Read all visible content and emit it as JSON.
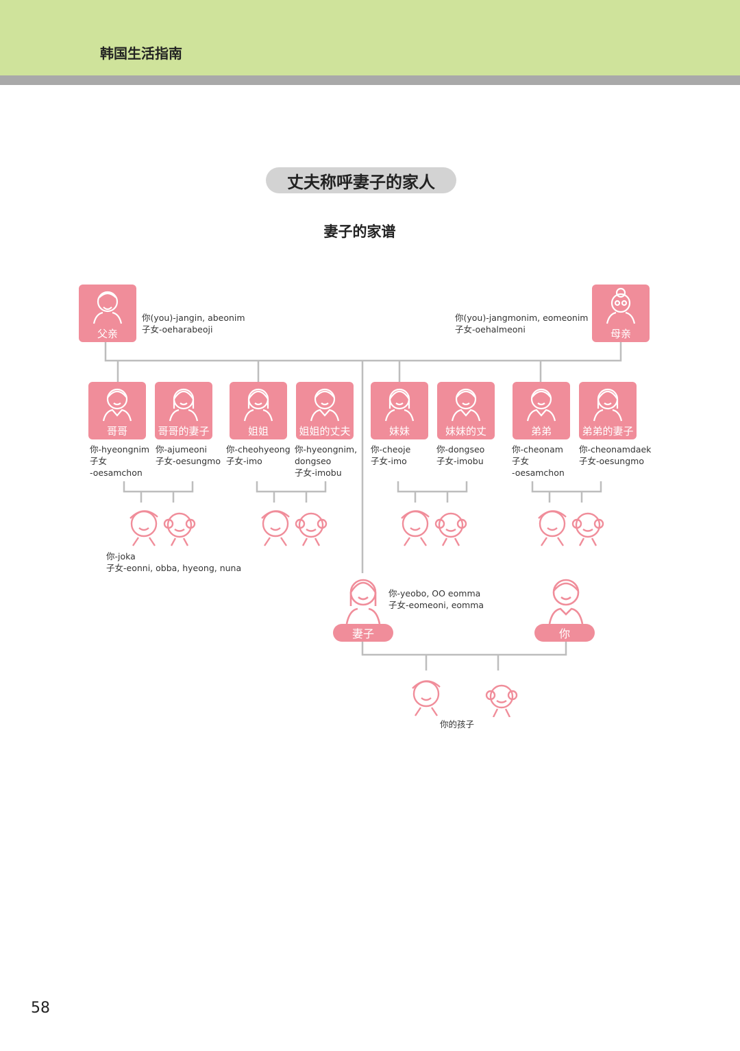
{
  "header": {
    "title": "韩国生活指南"
  },
  "section_title": "丈夫称呼妻子的家人",
  "subtitle": "妻子的家谱",
  "parents": {
    "father": {
      "label": "父亲",
      "you": "你(you)-jangin, abeonim",
      "children": "子女-oeharabeoji"
    },
    "mother": {
      "label": "母亲",
      "you": "你(you)-jangmonim, eomeonim",
      "children": "子女-oehalmeoni"
    }
  },
  "siblings": {
    "elder_brother": {
      "label": "哥哥",
      "line1": "你-hyeongnim",
      "line2": "子女",
      "line3": "-oesamchon"
    },
    "elder_brother_wife": {
      "label": "哥哥的妻子",
      "line1": "你-ajumeoni",
      "line2": "子女-oesungmo"
    },
    "elder_sister": {
      "label": "姐姐",
      "line1": "你-cheohyeong",
      "line2": "子女-imo"
    },
    "elder_sister_husband": {
      "label": "姐姐的丈夫",
      "line1": "你-hyeongnim,",
      "line2": "dongseo",
      "line3": "子女-imobu"
    },
    "younger_sister": {
      "label": "妹妹",
      "line1": "你-cheoje",
      "line2": "子女-imo"
    },
    "younger_sister_husband": {
      "label": "妹妹的丈",
      "line1": "你-dongseo",
      "line2": "子女-imobu"
    },
    "younger_brother": {
      "label": "弟弟",
      "line1": "你-cheonam",
      "line2": "子女",
      "line3": "-oesamchon"
    },
    "younger_brother_wife": {
      "label": "弟弟的妻子",
      "line1": "你-cheonamdaek",
      "line2": "子女-oesungmo"
    }
  },
  "nephews": {
    "line1": "你-joka",
    "line2": "子女-eonni, obba, hyeong, nuna"
  },
  "wife": {
    "label": "妻子",
    "line1": "你-yeobo, OO eomma",
    "line2": "子女-eomeoni, eomma"
  },
  "you": {
    "label": "你"
  },
  "children_label": "你的孩子",
  "page_number": "58",
  "colors": {
    "accent": "#f08d9a",
    "line": "#bdbdbd",
    "header": "#cfe39b"
  }
}
